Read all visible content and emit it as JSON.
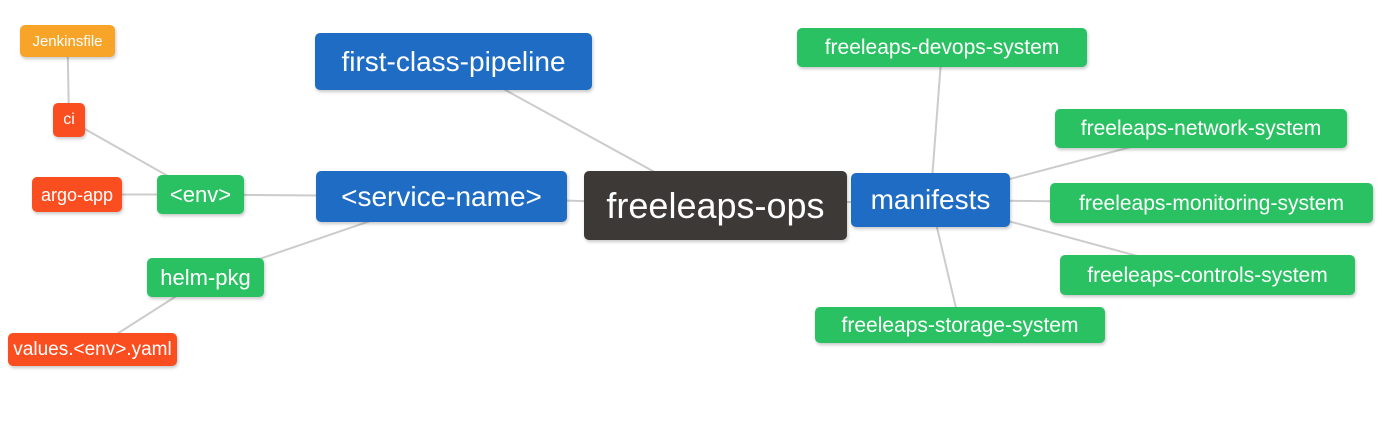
{
  "diagram": {
    "title": "freeleaps-ops mind map",
    "colors": {
      "root": "#3C3937",
      "branch": "#1F6CC5",
      "green": "#2AC162",
      "red": "#FB4E20",
      "orange": "#F7A428",
      "edge": "#CCCCCC",
      "text": "#FFFFFF"
    },
    "nodes": [
      {
        "id": "jenkinsfile",
        "label": "Jenkinsfile",
        "color": "orange"
      },
      {
        "id": "ci",
        "label": "ci",
        "color": "red"
      },
      {
        "id": "argo-app",
        "label": "argo-app",
        "color": "red"
      },
      {
        "id": "env",
        "label": "<env>",
        "color": "green"
      },
      {
        "id": "helm-pkg",
        "label": "helm-pkg",
        "color": "green"
      },
      {
        "id": "values-env-yaml",
        "label": "values.<env>.yaml",
        "color": "red"
      },
      {
        "id": "first-class-pipeline",
        "label": "first-class-pipeline",
        "color": "branch"
      },
      {
        "id": "service-name",
        "label": "<service-name>",
        "color": "branch"
      },
      {
        "id": "freeleaps-ops",
        "label": "freeleaps-ops",
        "color": "root"
      },
      {
        "id": "manifests",
        "label": "manifests",
        "color": "branch"
      },
      {
        "id": "devops-system",
        "label": "freeleaps-devops-system",
        "color": "green"
      },
      {
        "id": "network-system",
        "label": "freeleaps-network-system",
        "color": "green"
      },
      {
        "id": "monitoring-system",
        "label": "freeleaps-monitoring-system",
        "color": "green"
      },
      {
        "id": "controls-system",
        "label": "freeleaps-controls-system",
        "color": "green"
      },
      {
        "id": "storage-system",
        "label": "freeleaps-storage-system",
        "color": "green"
      }
    ],
    "edges": [
      {
        "from": "jenkinsfile",
        "to": "ci"
      },
      {
        "from": "ci",
        "to": "env"
      },
      {
        "from": "argo-app",
        "to": "env"
      },
      {
        "from": "env",
        "to": "service-name"
      },
      {
        "from": "helm-pkg",
        "to": "service-name"
      },
      {
        "from": "values-env-yaml",
        "to": "helm-pkg"
      },
      {
        "from": "service-name",
        "to": "freeleaps-ops"
      },
      {
        "from": "first-class-pipeline",
        "to": "freeleaps-ops"
      },
      {
        "from": "freeleaps-ops",
        "to": "manifests"
      },
      {
        "from": "manifests",
        "to": "devops-system"
      },
      {
        "from": "manifests",
        "to": "network-system"
      },
      {
        "from": "manifests",
        "to": "monitoring-system"
      },
      {
        "from": "manifests",
        "to": "controls-system"
      },
      {
        "from": "manifests",
        "to": "storage-system"
      }
    ]
  }
}
